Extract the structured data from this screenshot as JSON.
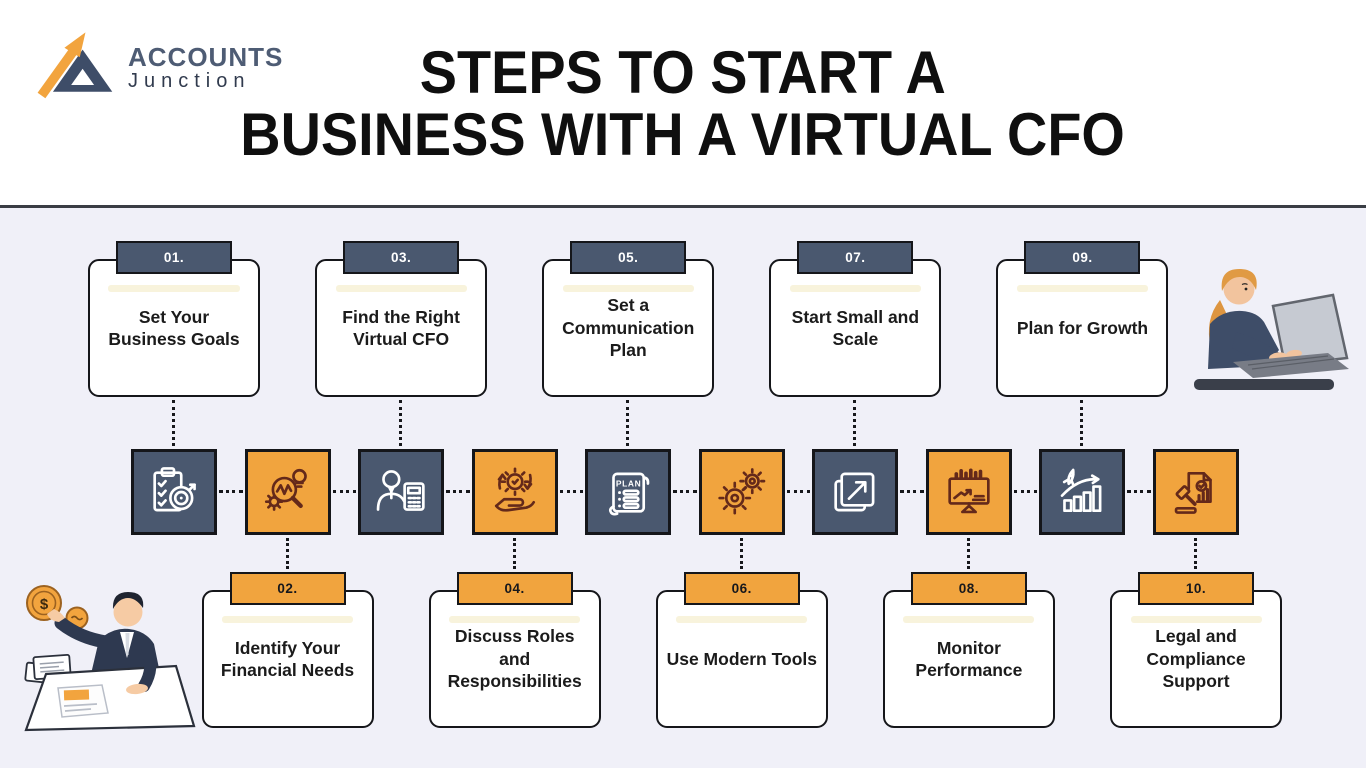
{
  "header": {
    "logo": {
      "brand_line1": "ACCOUNTS",
      "brand_line2": "Junction"
    },
    "title_line1": "STEPS TO START A",
    "title_line2": "BUSINESS WITH A VIRTUAL CFO"
  },
  "steps": [
    {
      "number": "01.",
      "label": "Set Your Business Goals",
      "position": "top",
      "icon": "clipboard-target-icon"
    },
    {
      "number": "02.",
      "label": "Identify Your Financial Needs",
      "position": "bottom",
      "icon": "magnifier-lightbulb-icon"
    },
    {
      "number": "03.",
      "label": "Find the Right Virtual CFO",
      "position": "top",
      "icon": "person-calculator-icon"
    },
    {
      "number": "04.",
      "label": "Discuss Roles and Responsibilities",
      "position": "bottom",
      "icon": "hand-gear-icon"
    },
    {
      "number": "05.",
      "label": "Set a Communication Plan",
      "position": "top",
      "icon": "plan-scroll-icon"
    },
    {
      "number": "06.",
      "label": "Use Modern Tools",
      "position": "bottom",
      "icon": "gears-icon"
    },
    {
      "number": "07.",
      "label": "Start Small and Scale",
      "position": "top",
      "icon": "scale-expand-icon"
    },
    {
      "number": "08.",
      "label": "Monitor Performance",
      "position": "bottom",
      "icon": "monitor-chart-icon"
    },
    {
      "number": "09.",
      "label": "Plan for Growth",
      "position": "top",
      "icon": "rocket-growth-icon"
    },
    {
      "number": "10.",
      "label": "Legal and Compliance Support",
      "position": "bottom",
      "icon": "legal-compliance-icon"
    }
  ],
  "colors": {
    "dark": "#4a586f",
    "orange": "#f1a43e",
    "orange_stroke": "#64291a",
    "background": "#f0f0f8",
    "card_border": "#15161a",
    "line": "#17181c",
    "title_color": "#0f0f0f",
    "brand_slate": "#4e5c74",
    "brand_navy": "#313b4e"
  },
  "illustrations": {
    "left": "man-at-desk-with-coins",
    "right": "woman-typing-on-laptop"
  }
}
